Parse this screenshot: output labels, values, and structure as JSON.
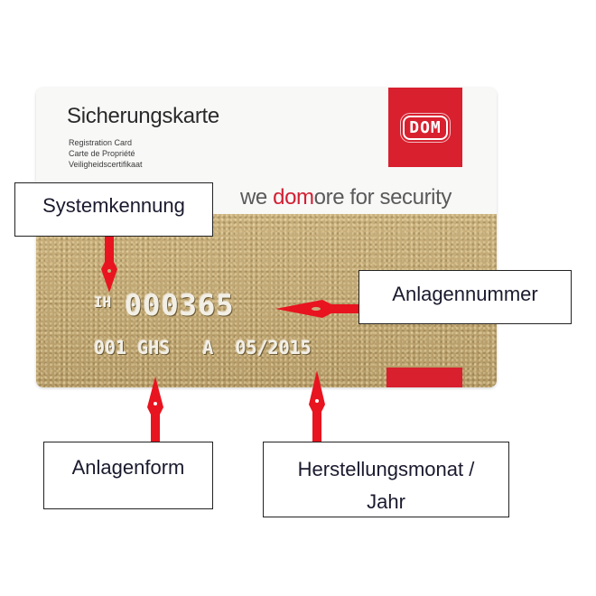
{
  "card": {
    "title": "Sicherungskarte",
    "subtitles": [
      "Registration Card",
      "Carte de Propriété",
      "Veiligheidscertifikaat"
    ],
    "logo": "DOM",
    "slogan": {
      "prefix": "we ",
      "highlight": "dom",
      "suffix": "ore for security"
    },
    "system_prefix": "IH",
    "system_number": "000365",
    "line2": "001 GHS   A  05/2015",
    "colors": {
      "brand_red": "#d8202f",
      "gold": "#c2aa77"
    }
  },
  "annotations": {
    "systemkennung": "Systemkennung",
    "anlagennummer": "Anlagennummer",
    "anlagenform": "Anlagenform",
    "herstellungsmonat_line1": "Herstellungsmonat /",
    "herstellungsmonat_line2": "Jahr",
    "arrow_color": "#e8141f"
  }
}
